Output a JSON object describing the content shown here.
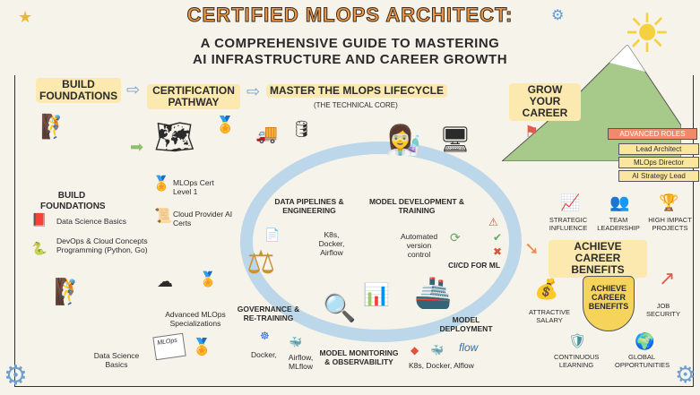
{
  "title": "CERTIFIED MLOPS ARCHITECT:",
  "subtitle_line1": "A COMPREHENSIVE GUIDE TO MASTERING",
  "subtitle_line2": "AI INFRASTRUCTURE AND CAREER GROWTH",
  "stages": {
    "build": "BUILD FOUNDATIONS",
    "cert": "CERTIFICATION PATHWAY",
    "lifecycle": "MASTER THE MLOPS LIFECYCLE",
    "lifecycle_sub": "(THE TECHNICAL CORE)",
    "grow": "GROW YOUR CAREER"
  },
  "foundations": {
    "heading": "BUILD FOUNDATIONS",
    "items": [
      "Data Science Basics",
      "DevOps & Cloud Concepts Programming (Python, Go)"
    ],
    "bottom": "Data Science Basics"
  },
  "certs": {
    "level1": "MLOps Cert Level 1",
    "cloud": "Cloud Provider AI Certs",
    "advanced": "Advanced MLOps Specializations",
    "doc_label": "MLOps"
  },
  "lifecycle": {
    "pipelines": "DATA PIPELINES & ENGINEERING",
    "training": "MODEL DEVELOPMENT & TRAINING",
    "tools1": "K8s, Docker, Airflow",
    "version": "Automated version control",
    "cicd": "CI/CD FOR ML",
    "governance": "GOVERNANCE & RE-TRAINING",
    "monitoring": "MODEL MONITORING & OBSERVABILITY",
    "deployment": "MODEL DEPLOYMENT",
    "tools_gov_a": "Docker,",
    "tools_gov_b": "Airflow, MLflow",
    "tools_deploy": "K8s, Docker, Alflow",
    "flow_logo": "flow"
  },
  "career": {
    "advanced_roles": "ADVANCED ROLES",
    "roles": [
      "Lead Architect",
      "MLOps Director",
      "AI Strategy Lead"
    ],
    "skills": [
      "STRATEGIC INFLUENCE",
      "TEAM LEADERSHIP",
      "HIGH IMPACT PROJECTS"
    ],
    "benefits_heading": "ACHIEVE CAREER BENEFITS",
    "shield": "ACHIEVE CAREER BENEFITS",
    "benefits": [
      "ATTRACTIVE SALARY",
      "JOB SECURITY",
      "CONTINUOUS LEARNING",
      "GLOBAL OPPORTUNITIES"
    ]
  }
}
